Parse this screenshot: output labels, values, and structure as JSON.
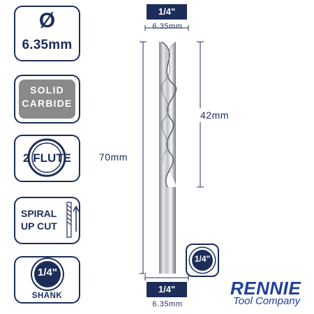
{
  "badges": {
    "diameter": {
      "symbol": "Ø",
      "value": "6.35mm"
    },
    "material": {
      "line1": "SOLID",
      "line2": "CARBIDE"
    },
    "flutes": {
      "label": "2 FLUTE"
    },
    "cut": {
      "line1": "SPIRAL",
      "line2": "UP CUT"
    },
    "shank": {
      "fraction": "1/4\"",
      "label": "SHANK"
    }
  },
  "dimensions": {
    "top_box": "1/4\"",
    "top_sub": "6.35mm",
    "overall_length": "70mm",
    "cut_length": "42mm",
    "bottom_box": "1/4\"",
    "bottom_sub": "6.35mm",
    "shank_icon": "1/4\""
  },
  "brand": {
    "name": "RENNIE",
    "tagline": "Tool Company"
  },
  "colors": {
    "navy": "#1c2d5a",
    "brand_blue": "#1f3f9a",
    "carbide_grey": "#8a8a8a"
  }
}
